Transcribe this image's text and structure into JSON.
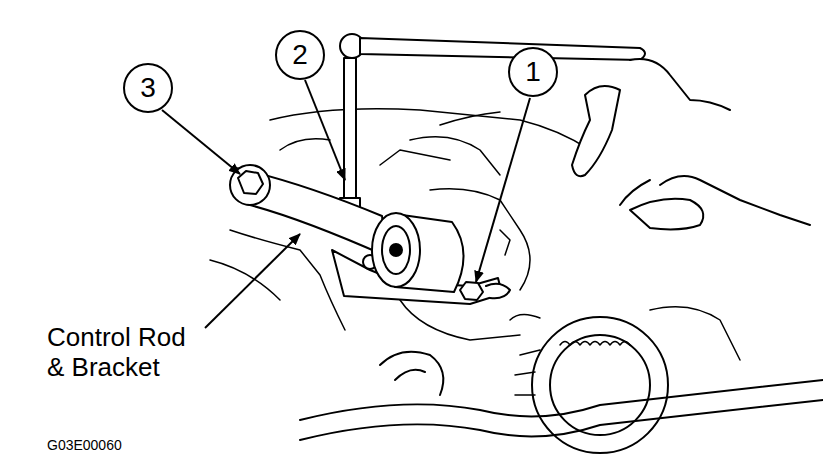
{
  "diagram": {
    "nodes": [
      {
        "text": [
          "3"
        ]
      },
      {
        "text": [
          "2"
        ]
      },
      {
        "text": [
          "1"
        ]
      }
    ],
    "labels": [
      "Control Rod & Bracket",
      "G03E00060"
    ]
  }
}
